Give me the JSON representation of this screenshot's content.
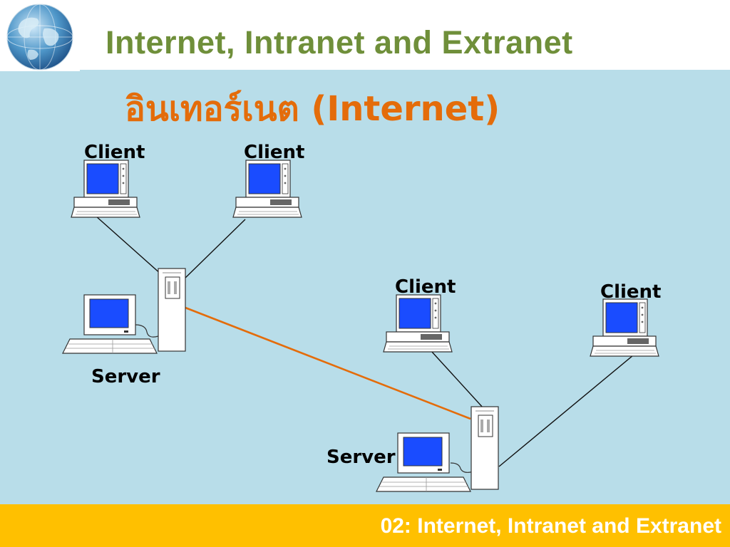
{
  "slide": {
    "title": "Internet, Intranet and Extranet",
    "subtitle": "อินเทอร์เนต (Internet)",
    "footer": "02: Internet, Intranet and Extranet"
  },
  "diagram": {
    "client_label": "Client",
    "server_label": "Server"
  },
  "colors": {
    "background": "#b8dde9",
    "title": "#6f8f3a",
    "subtitle": "#e46c0a",
    "footer_bar": "#ffc000",
    "link_line": "#e46c0a",
    "screen": "#1a4cff"
  },
  "icons": [
    "globe-icon",
    "client-computer-icon",
    "server-tower-icon",
    "server-workstation-icon"
  ]
}
